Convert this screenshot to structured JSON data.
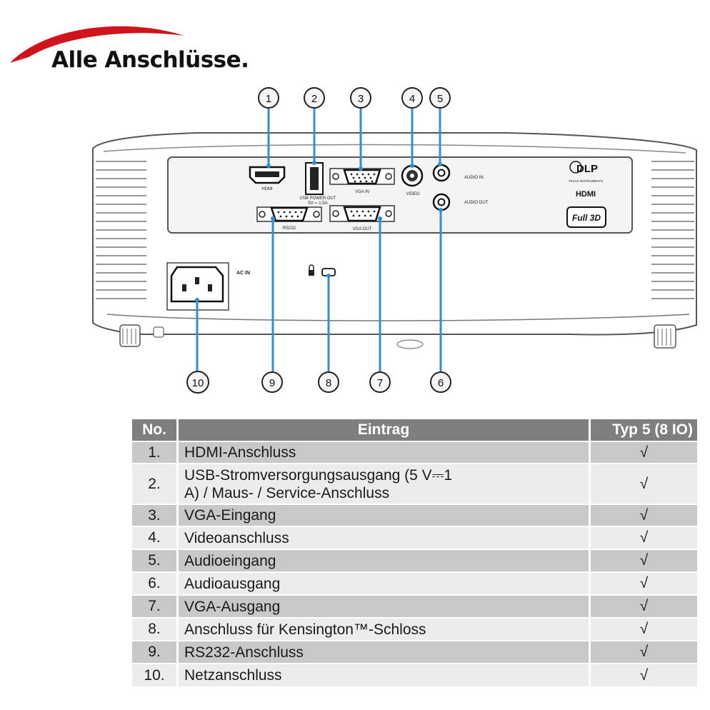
{
  "title": "Alle Anschlüsse.",
  "callouts": [
    "1",
    "2",
    "3",
    "4",
    "5",
    "6",
    "7",
    "8",
    "9",
    "10"
  ],
  "panel_labels": {
    "hdmi": "HDMI",
    "usb_1": "USB POWER OUT",
    "usb_2": "5V ═ 1.5A",
    "vga_in": "VGA IN",
    "video": "VIDEO",
    "audio_in": "AUDIO  IN",
    "audio_out": "AUDIO  OUT",
    "rs232": "RS232",
    "vga_out": "VGA  OUT",
    "ac_in": "AC IN",
    "dlp": "DLP",
    "texas": "TEXAS INSTRUMENTS",
    "hdmi_logo": "HDMI",
    "full3d": "Full 3D"
  },
  "table": {
    "headers": [
      "No.",
      "Eintrag",
      "Typ 5 (8 IO)"
    ],
    "rows": [
      {
        "no": "1.",
        "entry": "HDMI-Anschluss",
        "check": "√"
      },
      {
        "no": "2.",
        "entry": "USB-Stromversorgungsausgang (5 V⎓1 A) / Maus- / Service-Anschluss",
        "check": "√"
      },
      {
        "no": "3.",
        "entry": "VGA-Eingang",
        "check": "√"
      },
      {
        "no": "4.",
        "entry": "Videoanschluss",
        "check": "√"
      },
      {
        "no": "5.",
        "entry": "Audioeingang",
        "check": "√"
      },
      {
        "no": "6.",
        "entry": "Audioausgang",
        "check": "√"
      },
      {
        "no": "7.",
        "entry": "VGA-Ausgang",
        "check": "√"
      },
      {
        "no": "8.",
        "entry": "Anschluss für Kensington™-Schloss",
        "check": "√"
      },
      {
        "no": "9.",
        "entry": "RS232-Anschluss",
        "check": "√"
      },
      {
        "no": "10.",
        "entry": "Netzanschluss",
        "check": "√"
      }
    ]
  },
  "colors": {
    "accent": "#d0141b",
    "line": "#2f8fd6",
    "header": "#7f7f7f"
  }
}
